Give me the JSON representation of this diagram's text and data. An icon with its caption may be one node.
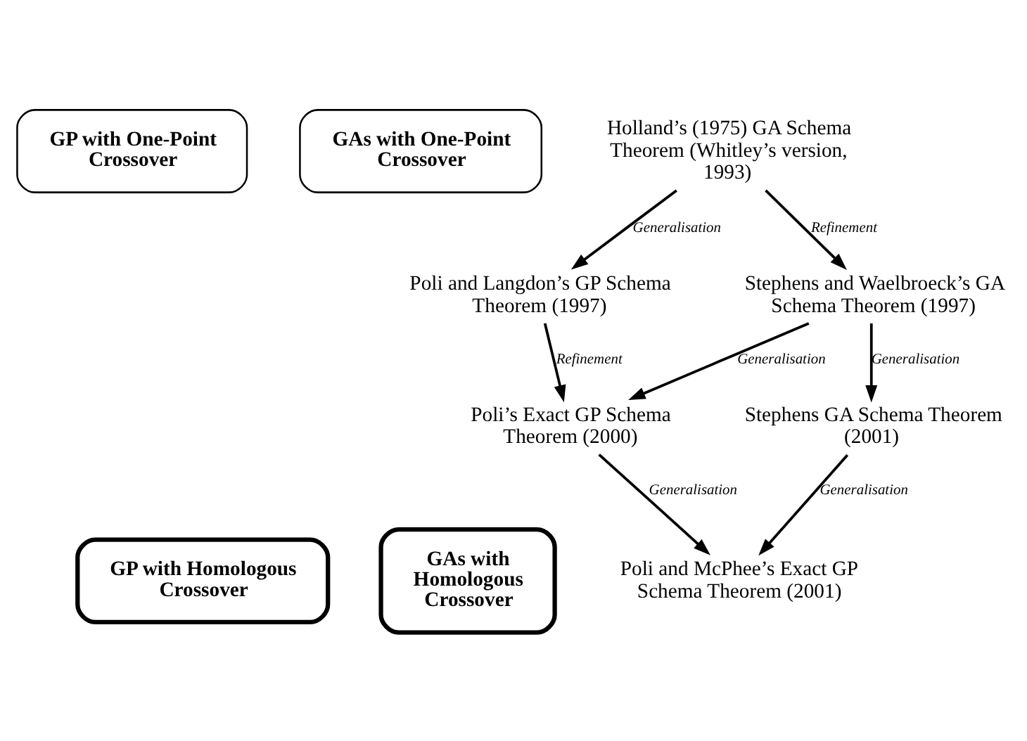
{
  "diagram": {
    "nodes": [
      {
        "text": [
          "GP with Homologous Crossover"
        ]
      },
      {
        "text": [
          "GAs with Homologous Crossover"
        ]
      },
      {
        "text": [
          "GP with One-Point Crossover"
        ]
      },
      {
        "text": [
          "GAs with One-Point Crossover"
        ]
      },
      {
        "text": [
          "Holland’s (1975) GA Schema Theorem (Whitley’s version, 1993)"
        ]
      },
      {
        "text": [
          "Poli and Langdon’s GP Schema Theorem (1997)"
        ]
      },
      {
        "text": [
          "Stephens and Waelbroeck’s GA Schema Theorem (1997)"
        ]
      },
      {
        "text": [
          "Poli’s Exact GP Schema Theorem (2000)"
        ]
      },
      {
        "text": [
          "Stephens GA Schema Theorem (2001)"
        ]
      },
      {
        "text": [
          "Poli and McPhee’s Exact GP Schema Theorem (2001)"
        ]
      }
    ],
    "edges": [
      {
        "from": 4,
        "to": 5,
        "arrow": "to",
        "label": "Generalisation"
      },
      {
        "from": 4,
        "to": 6,
        "arrow": "to",
        "label": "Refinement"
      },
      {
        "from": 5,
        "to": 7,
        "arrow": "to",
        "label": "Refinement"
      },
      {
        "from": 6,
        "to": 7,
        "arrow": "to",
        "label": "Generalisation"
      },
      {
        "from": 6,
        "to": 8,
        "arrow": "to",
        "label": "Generalisation"
      },
      {
        "from": 7,
        "to": 9,
        "arrow": "to",
        "label": "Generalisation"
      },
      {
        "from": 8,
        "to": 9,
        "arrow": "to",
        "label": "Generalisation"
      }
    ]
  }
}
